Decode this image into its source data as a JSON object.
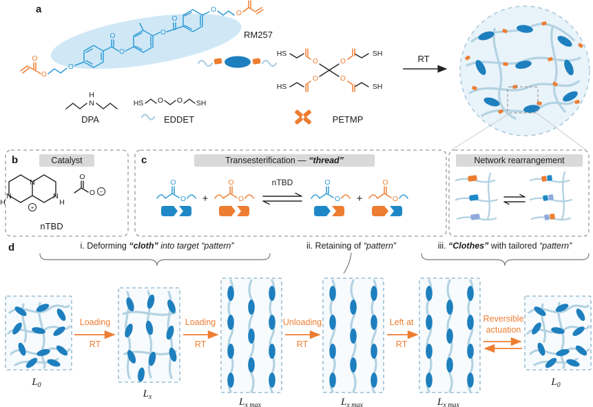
{
  "symbols": {
    "plus": "+",
    "O": "O",
    "N": "N",
    "H": "H",
    "HS": "HS",
    "SH": "SH",
    "plus_charge": "+",
    "minus_charge": "−"
  },
  "panel_a": {
    "label": "a",
    "rm257": "RM257",
    "dpa": "DPA",
    "eddet": "EDDET",
    "petmp": "PETMP",
    "arrow": "RT"
  },
  "panel_b": {
    "label": "b",
    "title": "Catalyst",
    "molecule": "nTBD"
  },
  "panel_c": {
    "label": "c",
    "title_main": "Transesterification — ",
    "title_em": "“thread”",
    "catalyst": "nTBD",
    "plus": "+",
    "network_title": "Network rearrangement"
  },
  "panel_d": {
    "label": "d",
    "steps": [
      {
        "num": "i.  ",
        "seg1": "Deforming ",
        "em1": "“cloth”",
        "seg2": " into target ",
        "em2": "“pattern”"
      },
      {
        "num": "ii.  ",
        "seg1": "Retaining of ",
        "em1": "“pattern”"
      },
      {
        "num": "iii.  ",
        "em1": "“Clothes”",
        "seg2": " with tailored ",
        "em2": "“pattern”"
      }
    ],
    "arrows": [
      {
        "line1": "Loading",
        "line2": "RT"
      },
      {
        "line1": "Loading",
        "line2": "RT"
      },
      {
        "line1": "Unloading",
        "line2": "RT"
      },
      {
        "line1": "Left at",
        "line2": "RT"
      },
      {
        "line1": "Reversible",
        "line2": "actuation"
      }
    ],
    "states": [
      {
        "main": "L",
        "sub": "0"
      },
      {
        "main": "L",
        "sub": "x"
      },
      {
        "main": "L",
        "sub": "x max"
      },
      {
        "main": "L",
        "sub": "x max"
      },
      {
        "main": "L",
        "sub": "x max"
      },
      {
        "main": "L",
        "sub": "0"
      }
    ]
  },
  "colors": {
    "orange": "#ED7D31",
    "mesogen_blue": "#1E7FBE",
    "skeleton_blue": "#2E9AD6",
    "strand_light_blue": "#B3D2E2",
    "periwinkle": "#8FAADC",
    "label_gray": "#D9D9D9"
  }
}
